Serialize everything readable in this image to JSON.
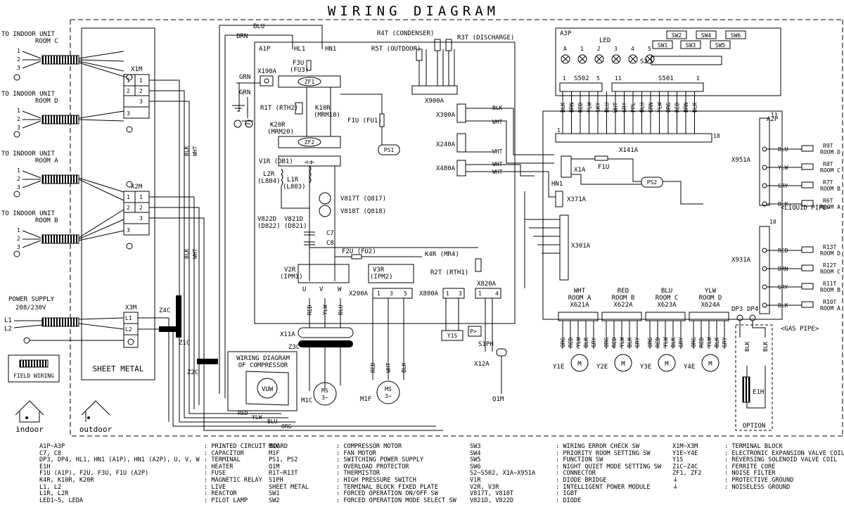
{
  "title": "WIRING DIAGRAM",
  "left": {
    "indoor_units": [
      {
        "label": "TO INDOOR UNIT",
        "room": "ROOM C"
      },
      {
        "label": "TO INDOOR UNIT",
        "room": "ROOM D"
      },
      {
        "label": "TO INDOOR UNIT",
        "room": "ROOM A"
      },
      {
        "label": "TO INDOOR UNIT",
        "room": "ROOM B"
      }
    ],
    "pins": [
      "1",
      "2",
      "3"
    ],
    "power": {
      "label": "POWER SUPPLY",
      "voltage": "208/230V",
      "l1": "L1",
      "l2": "L2"
    },
    "sheet_metal": "SHEET METAL",
    "field_wiring": "FIELD WIRING",
    "indoor": "indoor",
    "outdoor": "outdoor",
    "terminals": {
      "x1m": "X1M",
      "x2m": "X2M",
      "x3m": "X3M"
    },
    "ferrites": {
      "z4c": "Z4C",
      "z1c": "Z1C",
      "z2c": "Z2C",
      "z3c": "Z3C"
    },
    "wire_blk": "BLK",
    "wire_wht": "WHT"
  },
  "a1p": {
    "name": "A1P",
    "hl1": "HL1",
    "hn1": "HN1",
    "f3u": "F3U",
    "f3u_sub": "(FU3)",
    "x190a": "X190A",
    "zf1": "ZF1",
    "zf2": "ZF2",
    "r1t": "R1T (RTH2)",
    "k10r": "K10R",
    "k10r_sub": "(MRM10)",
    "k20r": "K20R",
    "k20r_sub": "(MRM20)",
    "f1u": "F1U (FU1)",
    "ps1": "PS1",
    "v1r": "V1R (DB1)",
    "l2r": "L2R",
    "l2r_sub": "(L804)",
    "l1r": "L1R",
    "l1r_sub": "(L803)",
    "v817t": "V817T (Q817)",
    "v818t": "V818T (Q818)",
    "v822d": "V822D",
    "v822d_sub": "(D822)",
    "v821d": "V821D",
    "v821d_sub": "(D821)",
    "c7": "C7",
    "c8": "C8",
    "f2u": "F2U (FU2)",
    "k4r": "K4R (MR4)",
    "v2r": "V2R",
    "v2r_sub": "(IPM1)",
    "v3r": "V3R",
    "v3r_sub": "(IPM2)",
    "r2t": "R2T (RTH1)",
    "x200a": "X200A",
    "x800a": "X800A",
    "x820a": "X820A",
    "x11a": "X11A",
    "x12a": "X12A",
    "uvw": [
      "U",
      "V",
      "W"
    ],
    "grn": "GRN",
    "blu": "BLU",
    "brn": "BRN"
  },
  "sensors": {
    "r4t": "R4T (CONDENSER)",
    "r3t": "R3T (DISCHARGE)",
    "r5t": "R5T (OUTDOOR)",
    "colors": [
      "BLK",
      "BLK",
      "BLK",
      "BLK",
      "BLK",
      "BLK"
    ],
    "x900a": "X900A"
  },
  "mid_connectors": {
    "x300a": "X300A",
    "x240a": "X240A",
    "x480a": "X480A",
    "x371a": "X371A",
    "x301a": "X301A",
    "x1a": "X1A",
    "f1u": "F1U",
    "hn1": "HN1",
    "ps2": "PS2"
  },
  "compressor": {
    "box_title1": "WIRING DIAGRAM",
    "box_title2": "OF COMPRESSOR",
    "m1c": "M1C",
    "ms": "MS",
    "phase": "3~",
    "m1f": "M1F",
    "wires": [
      "RED",
      "YLW",
      "BLU"
    ],
    "fan_wires": [
      "RED",
      "WHT",
      "BLK"
    ]
  },
  "other": {
    "y1s": "Y1S",
    "s1ph": "S1PH",
    "q1m": "Q1M",
    "p_sym": "P>"
  },
  "a3p": {
    "name": "A3P",
    "led": "LED",
    "led_nums": [
      "A",
      "1",
      "2",
      "3",
      "4",
      "5"
    ],
    "sw": [
      "SW2",
      "SW4",
      "SW6",
      "SW1",
      "SW3",
      "SW5"
    ],
    "s2": "S2",
    "s502": "S502",
    "s501": "S501",
    "s502_pins": [
      "1",
      "5"
    ],
    "s501_pins": [
      "11",
      "1"
    ]
  },
  "a2p": {
    "name": "A2P",
    "x141a": "X141A",
    "pin_1": "1",
    "pin_18": "18",
    "pin_11": "11",
    "pin_10": "10",
    "x141_colors": [
      "BLK",
      "BRN",
      "RED",
      "YLW",
      "SKY",
      "BLU",
      "WHT",
      "GRY",
      "PPL",
      "BLU",
      "GRN",
      "YLW",
      "ORG",
      "RED",
      "BRN",
      "BLK"
    ],
    "x951a": "X951A",
    "x931a": "X931A",
    "liquid_pipe": "<LIQUID PIPE>",
    "gas_pipe": "<GAS PIPE>",
    "liquid": [
      {
        "wire": "BLU",
        "sensor": "R9T",
        "room": "ROOM D"
      },
      {
        "wire": "YLW",
        "sensor": "R8T",
        "room": "ROOM C"
      },
      {
        "wire": "GRY",
        "sensor": "R7T",
        "room": "ROOM B"
      },
      {
        "wire": "BLK",
        "sensor": "R6T",
        "room": "ROOM A"
      }
    ],
    "gas": [
      {
        "wire": "RED",
        "sensor": "R13T",
        "room": "ROOM D"
      },
      {
        "wire": "BRN",
        "sensor": "R12T",
        "room": "ROOM C"
      },
      {
        "wire": "GRY",
        "sensor": "R11T",
        "room": "ROOM B"
      },
      {
        "wire": "BLK",
        "sensor": "R10T",
        "room": "ROOM A"
      }
    ],
    "valves": [
      {
        "color": "WHT",
        "room": "ROOM A",
        "conn": "X621A",
        "motor": "Y1E"
      },
      {
        "color": "RED",
        "room": "ROOM B",
        "conn": "X622A",
        "motor": "Y2E"
      },
      {
        "color": "BLU",
        "room": "ROOM C",
        "conn": "X623A",
        "motor": "Y3E"
      },
      {
        "color": "YLW",
        "room": "ROOM D",
        "conn": "X624A",
        "motor": "Y4E"
      }
    ],
    "valve_wire_colors": [
      "ORG",
      "RED",
      "YLW",
      "BLK",
      "GRY"
    ],
    "dp3": "DP3",
    "dp4": "DP4",
    "motor_symbol": "M"
  },
  "option": {
    "label": "OPTION",
    "e1h": "E1H",
    "wire": "BLK"
  },
  "legend": [
    [
      [
        "A1P~A3P",
        "PRINTED CIRCUIT BOARD"
      ],
      [
        "C7, C8",
        "CAPACITOR"
      ],
      [
        "DP3, DP4, HL1, HN1 (A1P), HN1 (A2P), U, V, W",
        "TERMINAL"
      ],
      [
        "E1H",
        "HEATER"
      ],
      [
        "F1U (A1P), F2U, F3U, F1U (A2P)",
        "FUSE"
      ],
      [
        "K4R, K10R, K20R",
        "MAGNETIC RELAY"
      ],
      [
        "L1, L2",
        "LIVE"
      ],
      [
        "L1R, L2R",
        "REACTOR"
      ],
      [
        "LED1~5, LEDA",
        "PILOT LAMP"
      ]
    ],
    [
      [
        "M1C",
        "COMPRESSOR MOTOR"
      ],
      [
        "M1F",
        "FAN MOTOR"
      ],
      [
        "PS1, PS2",
        "SWITCHING POWER SUPPLY"
      ],
      [
        "Q1M",
        "OVERLOAD PROTECTOR"
      ],
      [
        "R1T~R13T",
        "THERMISTOR"
      ],
      [
        "S1PH",
        "HIGH PRESSURE SWITCH"
      ],
      [
        "SHEET METAL",
        "TERMINAL BLOCK FIXED PLATE"
      ],
      [
        "SW1",
        "FORCED OPERATION ON/OFF SW"
      ],
      [
        "SW2",
        "FORCED OPERATION MODE SELECT SW"
      ]
    ],
    [
      [
        "SW3",
        "WIRING ERROR CHECK SW"
      ],
      [
        "SW4",
        "PRIORITY ROOM SETTING SW"
      ],
      [
        "SW5",
        "FUNCTION SW"
      ],
      [
        "SW6",
        "NIGHT QUIET MODE SETTING SW"
      ],
      [
        "S2~S502, X1A~X951A",
        "CONNECTOR"
      ],
      [
        "V1R",
        "DIODE BRIDGE"
      ],
      [
        "V2R, V3R",
        "INTELLIGENT POWER MODULE"
      ],
      [
        "V817T, V818T",
        "IGBT"
      ],
      [
        "V821D, V822D",
        "DIODE"
      ]
    ],
    [
      [
        "X1M~X3M",
        "TERMINAL BLOCK"
      ],
      [
        "Y1E~Y4E",
        "ELECTRONIC EXPANSION VALVE COIL"
      ],
      [
        "Y1S",
        "REVERSING SOLENOID VALVE COIL"
      ],
      [
        "Z1C~Z4C",
        "FERRITE CORE"
      ],
      [
        "ZF1, ZF2",
        "NOISE FILTER"
      ],
      [
        "⏚",
        "PROTECTIVE GROUND"
      ],
      [
        "⏚",
        "NOISELESS GROUND"
      ]
    ]
  ]
}
